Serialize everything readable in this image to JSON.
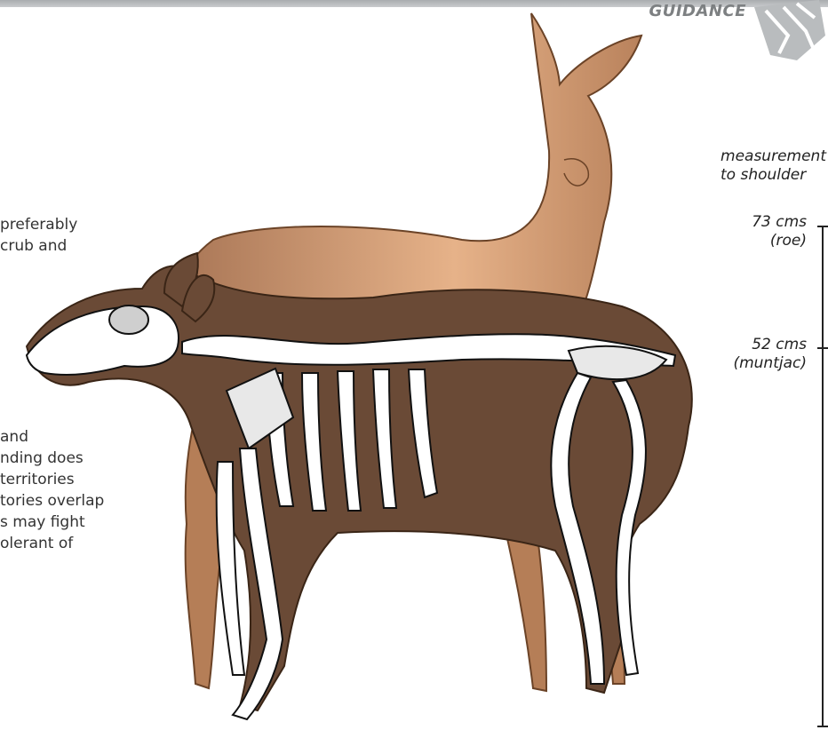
{
  "logo": {
    "text": "GUIDANCE"
  },
  "left_text": {
    "block1": [
      "preferably",
      "crub and"
    ],
    "block2": [
      "and",
      "nding does",
      "territories",
      "tories overlap",
      "s may fight",
      "olerant of"
    ]
  },
  "measurement": {
    "title_line1": "measurement",
    "title_line2": "to shoulder",
    "roe_value": "73 cms",
    "roe_label": "(roe)",
    "muntjac_value": "52 cms",
    "muntjac_label": "(muntjac)"
  },
  "colors": {
    "roe_body": "#c9946a",
    "muntjac_body": "#6a4a36",
    "bone": "#ffffff",
    "bone_outline": "#111111",
    "scale_line": "#222222"
  }
}
